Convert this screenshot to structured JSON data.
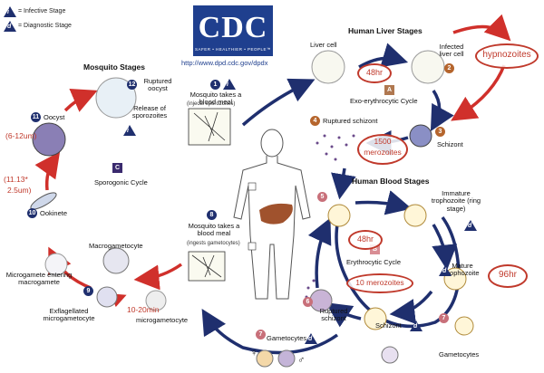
{
  "legend": {
    "infective_symbol": "i",
    "infective_label": "= Infective Stage",
    "diagnostic_symbol": "d",
    "diagnostic_label": "= Diagnostic Stage"
  },
  "logo": {
    "text": "CDC",
    "tagline": "SAFER • HEALTHIER • PEOPLE™",
    "url": "http://www.dpd.cdc.gov/dpdx"
  },
  "sections": {
    "mosquito": "Mosquito Stages",
    "liver": "Human Liver Stages",
    "blood": "Human Blood Stages"
  },
  "cycles": {
    "sporogonic_letter": "C",
    "sporogonic": "Sporogonic Cycle",
    "exo_letter": "A",
    "exo": "Exo-erythrocytic Cycle",
    "ery_letter": "B",
    "ery": "Erythrocytic Cycle"
  },
  "stages": {
    "s1": "1",
    "s1_label": "Mosquito takes a blood meal",
    "s1_sub": "(injects sporozoites)",
    "s2": "2",
    "liver_cell": "Liver cell",
    "infected_liver_cell": "Infected liver cell",
    "s3": "3",
    "schizont": "Schizont",
    "s4": "4",
    "ruptured_schizont": "Ruptured schizont",
    "s5": "5",
    "immature_trophozoite": "Immature trophozoite (ring stage)",
    "mature_trophozoite": "Mature trophozoite",
    "schizont_blood": "Schizont",
    "s6": "6",
    "ruptured_schizont_blood": "Ruptured schizont",
    "s7a": "7",
    "s7b": "7",
    "gametocytes": "Gametocytes",
    "gametocytes_right": "Gametocytes",
    "s8": "8",
    "s8_label": "Mosquito takes a blood meal",
    "s8_sub": "(ingests gametocytes)",
    "s9": "9",
    "macrogametocyte": "Macrogametocyte",
    "microgamete": "Microgamete entering macrogamete",
    "exflagellated": "Exflagellated microgametocyte",
    "microgametocyte": "microgametocyte",
    "s10": "10",
    "ookinete": "Ookinete",
    "s11": "11",
    "oocyst": "Oocyst",
    "s12": "12",
    "ruptured_oocyst": "Ruptured oocyst",
    "release_sporozoites": "Release of sporozoites"
  },
  "annotations": {
    "hypnozoites": "hypnozoites",
    "hr48_liver": "48hr",
    "merozoites_1500_a": "1500",
    "merozoites_1500_b": "merozoites",
    "hr48_blood": "48hr",
    "merozoites_10": "10 merozoites",
    "hr96": "96hr",
    "oocyst_size": "(6-12um)",
    "ookinete_size_a": "(11.13*",
    "ookinete_size_b": "2.5um)",
    "min_10_20": "10-20min"
  },
  "sex_symbols": {
    "female": "♀",
    "male": "♂"
  },
  "colors": {
    "cycle_arrow": "#1f2f6e",
    "annotation": "#c0392b",
    "logo_bg": "#1f3f8e"
  }
}
